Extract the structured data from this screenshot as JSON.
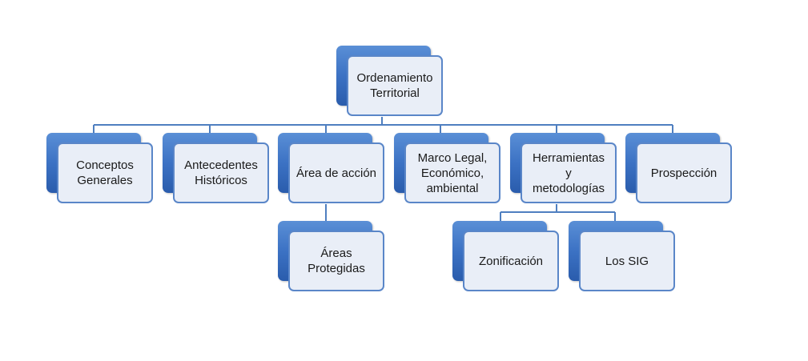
{
  "diagram": {
    "root": {
      "label": "Ordenamiento\nTerritorial"
    },
    "children": [
      {
        "label": "Conceptos\nGenerales"
      },
      {
        "label": "Antecedentes\nHistóricos"
      },
      {
        "label": "Área de acción"
      },
      {
        "label": "Marco Legal,\nEconómico,\nambiental"
      },
      {
        "label": "Herramientas\ny\nmetodologías"
      },
      {
        "label": "Prospección"
      }
    ],
    "subnodes": {
      "area_protegidas": {
        "label": "Áreas\nProtegidas"
      },
      "zonificacion": {
        "label": "Zonificación"
      },
      "los_sig": {
        "label": "Los SIG"
      }
    },
    "colors": {
      "box_fill": "#e9eef7",
      "box_border": "#5a86c8",
      "shadow_fill": "#3c72c4",
      "connector": "#4f7fc0"
    }
  }
}
